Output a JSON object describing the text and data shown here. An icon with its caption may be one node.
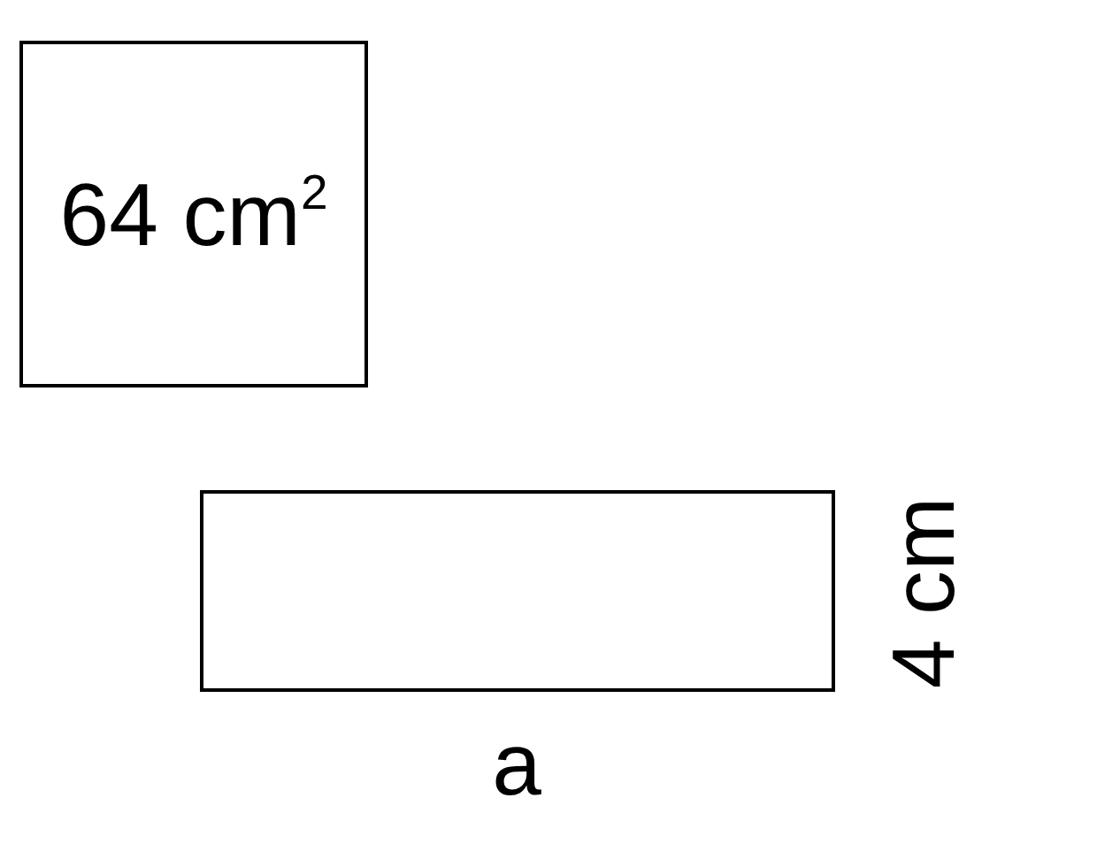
{
  "diagram": {
    "nodes": [
      {
        "text": [
          "64 cm$^{2}$"
        ]
      },
      {
        "text": [],
        "shape": "box"
      }
    ],
    "labels": [
      "4 cm",
      "a"
    ]
  }
}
